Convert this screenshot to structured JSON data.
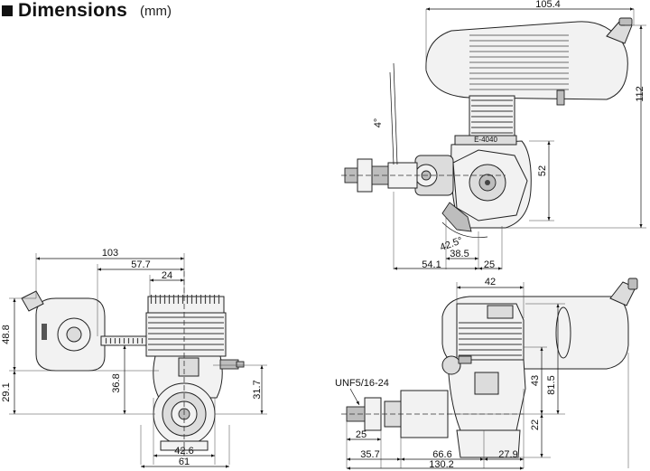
{
  "header": {
    "title": "Dimensions",
    "unit": "(mm)"
  },
  "top_view": {
    "model_label": "E-4040",
    "dimensions": {
      "length_105_4": "105.4",
      "height_112": "112",
      "angle_4": "4°",
      "height_52": "52",
      "angle_42_5": "42.5°",
      "width_38_5": "38.5",
      "width_54_1": "54.1",
      "width_25": "25"
    }
  },
  "front_view": {
    "dimensions": {
      "width_103": "103",
      "width_57_7": "57.7",
      "width_24": "24",
      "height_48_8": "48.8",
      "height_29_1": "29.1",
      "height_36_8": "36.8",
      "height_31_7": "31.7",
      "width_42_6": "42.6",
      "width_61": "61"
    }
  },
  "side_view": {
    "thread_label": "UNF5/16-24",
    "dimensions": {
      "width_42": "42",
      "height_43": "43",
      "height_81_5": "81.5",
      "height_22": "22",
      "width_25": "25",
      "width_35_7": "35.7",
      "width_66_6": "66.6",
      "width_27_9": "27.9",
      "width_130_2": "130.2"
    }
  }
}
